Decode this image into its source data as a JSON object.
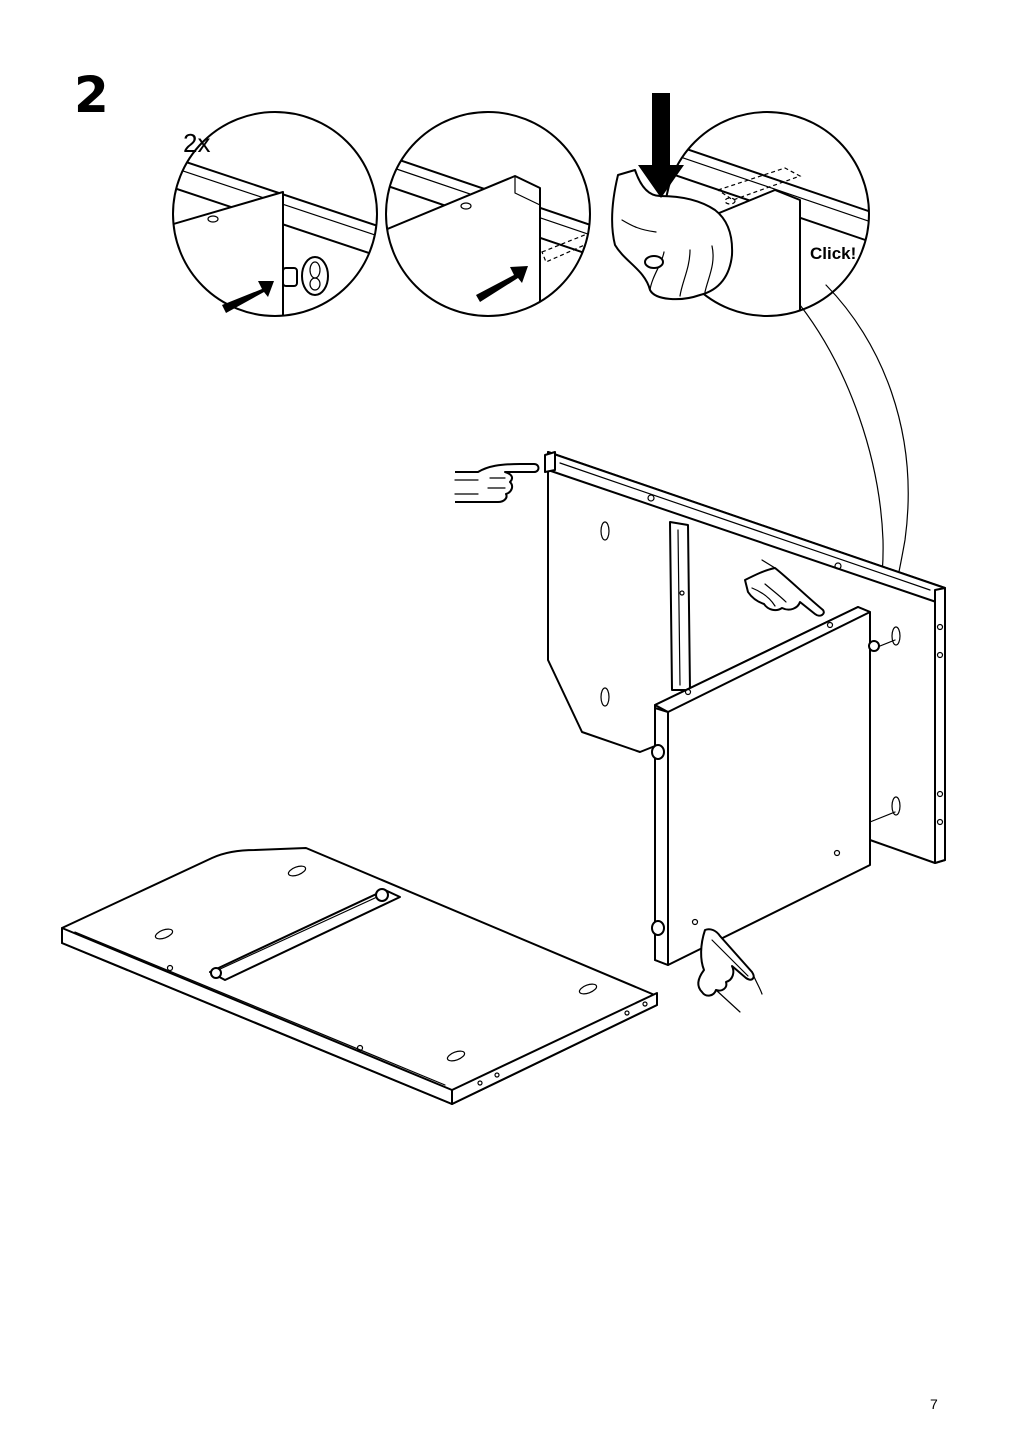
{
  "step": {
    "number": "2"
  },
  "detail": {
    "quantity": "2x",
    "click_text": "Click!"
  },
  "page": {
    "number": "7"
  },
  "icons": [
    "push-arrow-icon",
    "down-arrow-icon",
    "hand-pointing-icon",
    "hand-pressing-icon",
    "dowel-icon"
  ]
}
